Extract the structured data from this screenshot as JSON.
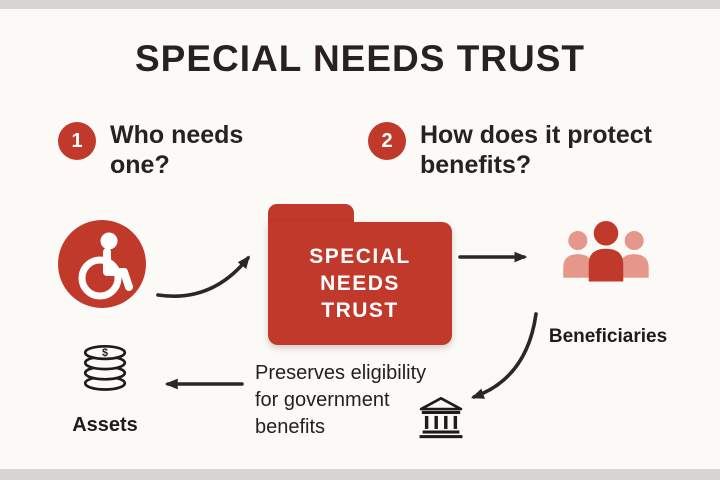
{
  "title": "SPECIAL NEEDS TRUST",
  "colors": {
    "red": "#c0392b",
    "red_light": "#e5978c",
    "ink": "#2b2724",
    "background": "#fcfaf7"
  },
  "questions": [
    {
      "number": "1",
      "lines": [
        "Who needs",
        "one?"
      ]
    },
    {
      "number": "2",
      "lines": [
        "How does it protect",
        "benefits?"
      ]
    }
  ],
  "flow": {
    "person": {
      "icon": "wheelchair-icon"
    },
    "assets": {
      "icon": "coin-stack-icon",
      "coin_symbol": "$",
      "label": "Assets"
    },
    "trust_folder": {
      "icon": "folder-icon",
      "lines": [
        "SPECIAL",
        "NEEDS",
        "TRUST"
      ]
    },
    "beneficiaries": {
      "icon": "people-group-icon",
      "label": "Beneficiaries"
    },
    "note": {
      "lines": [
        "Preserves eligibility",
        "for government",
        "benefits"
      ],
      "icon": "bank-icon"
    }
  }
}
